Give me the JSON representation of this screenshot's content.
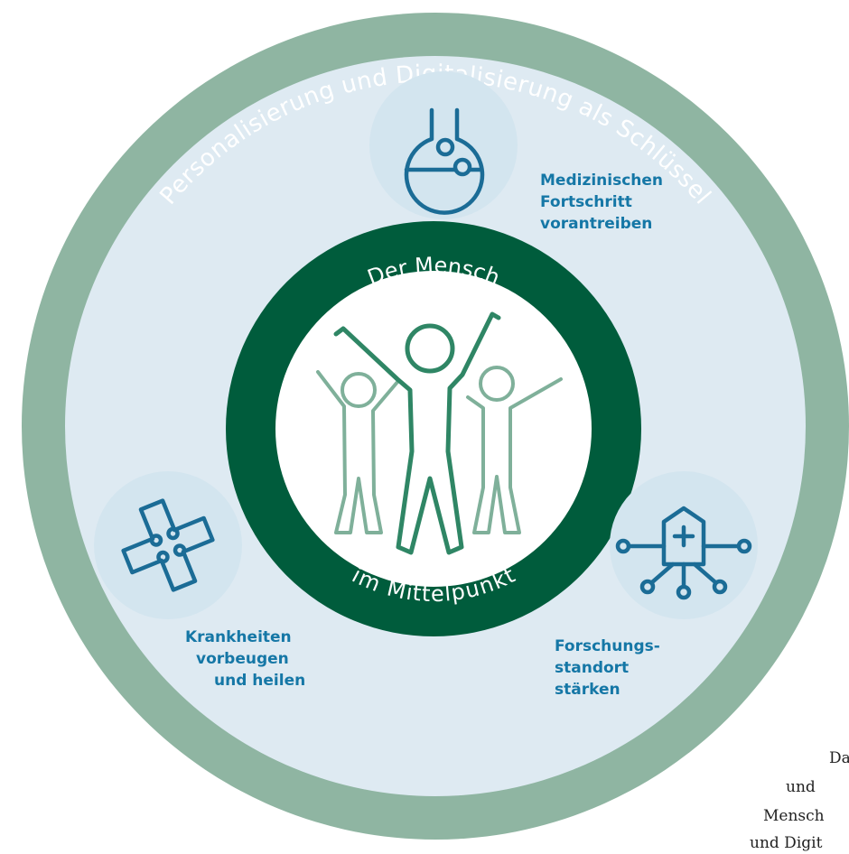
{
  "colors": {
    "outer_ring": "#8fb5a2",
    "inner_disc": "#deeaf2",
    "center_ring": "#005c3c",
    "center_disc": "#ffffff",
    "icon_badge": "#d3e5ef",
    "icon_stroke": "#1b6c96",
    "label_blue": "#1577a6",
    "figure_main": "#2f8665",
    "figure_side": "#7fb09a"
  },
  "outer_ring_text": "Personalisierung und Digitalisierung als Schlüssel",
  "center": {
    "top_text": "Der Mensch",
    "bottom_text": "im Mittelpunkt",
    "icon": "people-cheering-icon"
  },
  "goals": [
    {
      "icon": "flask-icon",
      "lines": [
        "Medizinischen",
        "Fortschritt",
        "vorantreiben"
      ]
    },
    {
      "icon": "medical-cross-icon",
      "lines": [
        "Krankheiten",
        "vorbeugen",
        "und heilen"
      ]
    },
    {
      "icon": "research-building-network-icon",
      "lines": [
        "Forschungs-",
        "standort",
        "stärken"
      ]
    }
  ],
  "side_text_fragments": [
    "Da",
    "und",
    "Mensch",
    "und Digit"
  ]
}
